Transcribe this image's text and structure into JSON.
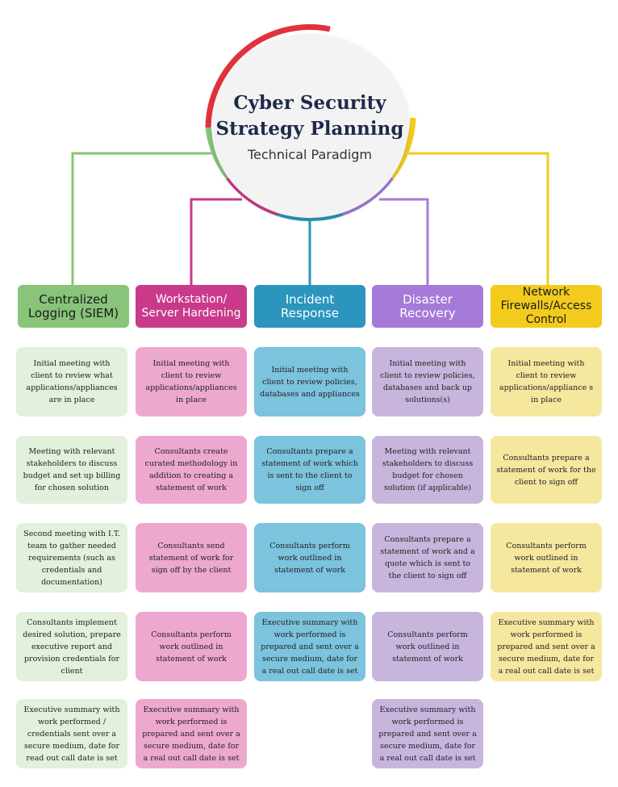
{
  "title": {
    "line1": "Cyber Security",
    "line2": "Strategy Planning",
    "subtitle": "Technical Paradigm"
  },
  "colors": {
    "green": "#88c47a",
    "green_light": "#e2f0dc",
    "magenta": "#c93a8a",
    "magenta_light": "#eda8cf",
    "teal": "#2b95bd",
    "teal_light": "#7cc3dd",
    "purple": "#a57ad8",
    "purple_light": "#c8b5dd",
    "yellow": "#f2cb1d",
    "yellow_light": "#f6e79f",
    "red": "#e2323c"
  },
  "columns": [
    {
      "header": "Centralized Logging (SIEM)",
      "steps": [
        "Initial meeting with client to review what applications/appliances are in place",
        "Meeting with relevant stakeholders to discuss budget and set up billing for chosen solution",
        "Second meeting with I.T. team to gather needed requirements (such as credentials and documentation)",
        "Consultants implement desired solution, prepare executive report and provision credentials for client",
        "Executive summary with work performed / credentials sent over a secure medium, date for read out call date is set"
      ]
    },
    {
      "header": "Workstation/ Server Hardening",
      "steps": [
        "Initial meeting with client to review applications/appliances in place",
        "Consultants create curated methodology in addition to creating a statement of work",
        "Consultants send statement of work for sign off by the client",
        "Consultants perform work outlined in statement of work",
        "Executive summary with work performed is prepared and sent over a secure medium, date for a real out call date is set"
      ]
    },
    {
      "header": "Incident Response",
      "steps": [
        "Initial meeting with client to review policies, databases and appliances",
        "Consultants prepare a statement of work which is sent to the client to sign off",
        "Consultants perform work outlined in statement of work",
        "Executive summary with work performed is prepared and sent over a secure medium, date for a real out call date is set"
      ]
    },
    {
      "header": "Disaster Recovery",
      "steps": [
        "Initial meeting with client to review policies, databases and back up solutions(s)",
        "Meeting with relevant stakeholders to discuss budget for chosen solution (if applicable)",
        "Consultants prepare a statement of work and a quote which is sent to the client to sign off",
        "Consultants perform work outlined in statement of work",
        "Executive summary with work performed is prepared and sent over a secure medium, date for a real out call date is set"
      ]
    },
    {
      "header": "Network Firewalls/Access Control",
      "steps": [
        "Initial meeting with client to review applications/appliance s in place",
        "Consultants prepare a statement of work for the client to sign off",
        "Consultants perform work outlined in statement of work",
        "Executive summary with work performed is prepared and sent over a secure medium, date for a real out call date is set"
      ]
    }
  ]
}
